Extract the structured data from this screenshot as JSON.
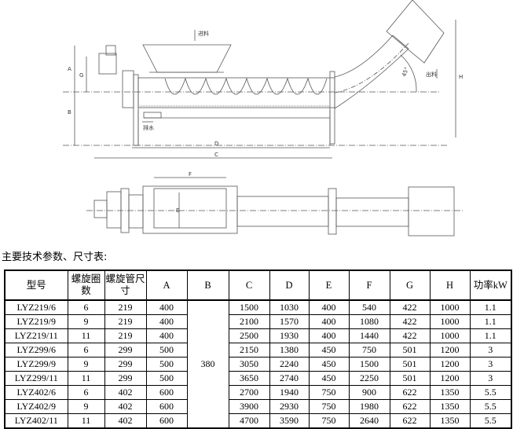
{
  "drawing": {
    "labels": {
      "feed_in": "进料",
      "feed_out": "出料",
      "drain": "排水",
      "angle": "45°",
      "A": "A",
      "B": "B",
      "C": "C",
      "D": "D",
      "E": "E",
      "F": "F",
      "G": "G",
      "H": "H"
    }
  },
  "caption": "主要技术参数、尺寸表:",
  "table": {
    "headers": [
      "型号",
      "螺旋圈数",
      "螺旋管尺寸",
      "A",
      "B",
      "C",
      "D",
      "E",
      "F",
      "G",
      "H",
      "功率kW"
    ],
    "b_value": "380",
    "rows": [
      [
        "LYZ219/6",
        "6",
        "219",
        "400",
        "1500",
        "1030",
        "400",
        "540",
        "422",
        "1000",
        "1.1"
      ],
      [
        "LYZ219/9",
        "9",
        "219",
        "400",
        "2100",
        "1570",
        "400",
        "1080",
        "422",
        "1000",
        "1.1"
      ],
      [
        "LYZ219/11",
        "11",
        "219",
        "400",
        "2500",
        "1930",
        "400",
        "1440",
        "422",
        "1000",
        "1.1"
      ],
      [
        "LYZ299/6",
        "6",
        "299",
        "500",
        "2150",
        "1380",
        "450",
        "750",
        "501",
        "1200",
        "3"
      ],
      [
        "LYZ299/9",
        "9",
        "299",
        "500",
        "3050",
        "2240",
        "450",
        "1500",
        "501",
        "1200",
        "3"
      ],
      [
        "LYZ299/11",
        "11",
        "299",
        "500",
        "3650",
        "2740",
        "450",
        "2250",
        "501",
        "1200",
        "3"
      ],
      [
        "LYZ402/6",
        "6",
        "402",
        "600",
        "2700",
        "1940",
        "750",
        "900",
        "622",
        "1350",
        "5.5"
      ],
      [
        "LYZ402/9",
        "9",
        "402",
        "600",
        "3900",
        "2930",
        "750",
        "1980",
        "622",
        "1350",
        "5.5"
      ],
      [
        "LYZ402/11",
        "11",
        "402",
        "600",
        "4700",
        "3590",
        "750",
        "2640",
        "622",
        "1350",
        "5.5"
      ]
    ]
  }
}
